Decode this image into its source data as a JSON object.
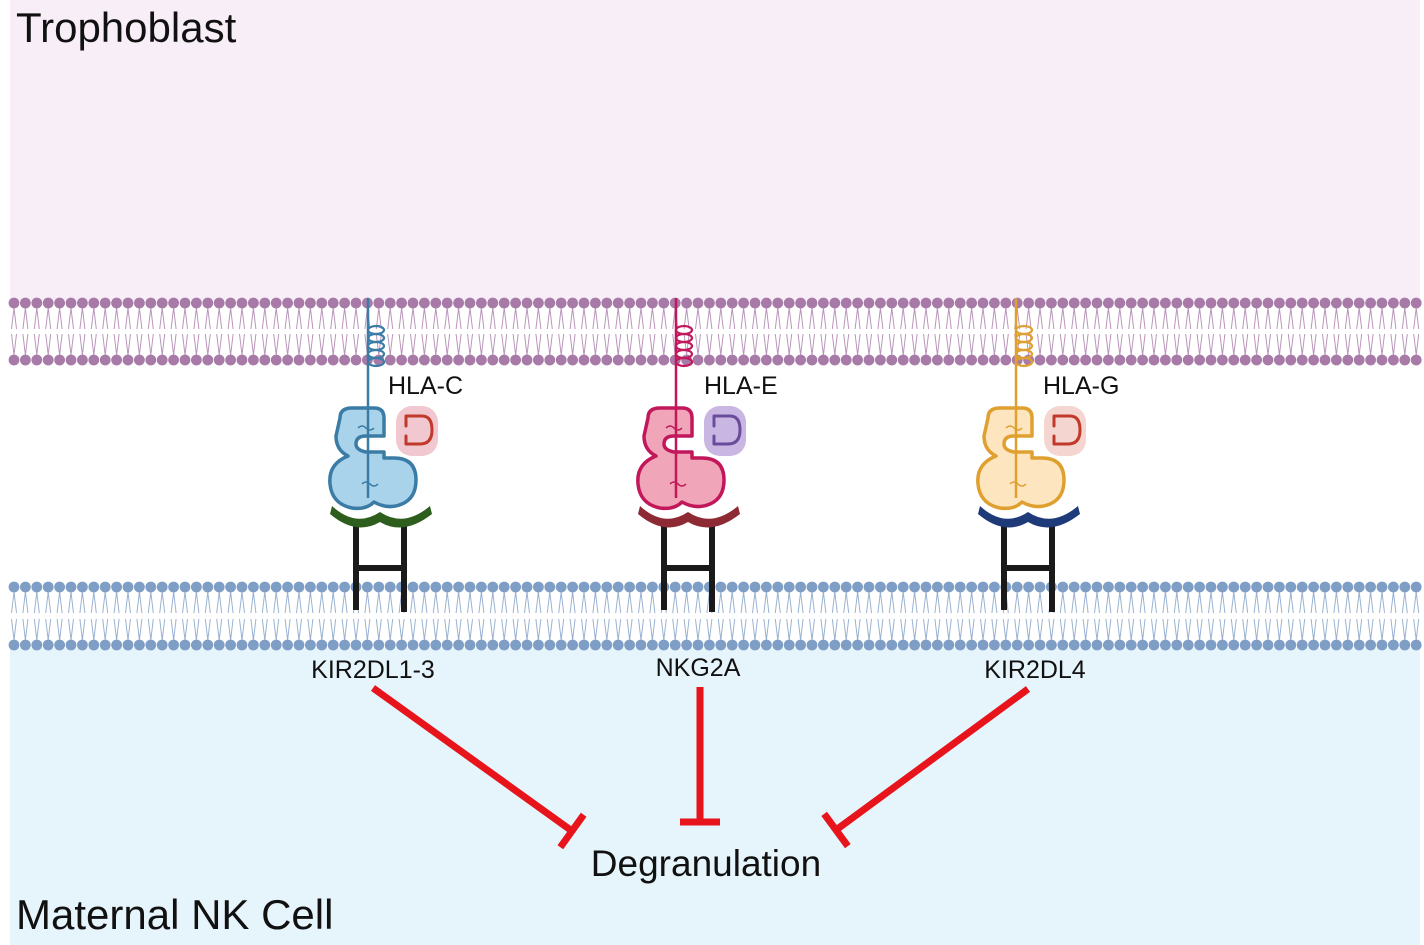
{
  "regions": {
    "top_cell_label": "Trophoblast",
    "bottom_cell_label": "Maternal NK Cell"
  },
  "ligands": [
    {
      "label": "HLA-C",
      "color": "#3a7ca5",
      "fill": "#a9d3ea",
      "beta_fill": "#f2c8d0",
      "beta_stroke": "#c0392b"
    },
    {
      "label": "HLA-E",
      "color": "#c2185b",
      "fill": "#f0a6b8",
      "beta_fill": "#c9b6e2",
      "beta_stroke": "#6a4c9c"
    },
    {
      "label": "HLA-G",
      "color": "#e0a030",
      "fill": "#fde6bf",
      "beta_fill": "#f5d5cf",
      "beta_stroke": "#c0392b"
    }
  ],
  "receptors": [
    {
      "label": "KIR2DL1-3",
      "cap_color": "#2e5e1e"
    },
    {
      "label": "NKG2A",
      "cap_color": "#8e2a34"
    },
    {
      "label": "KIR2DL4",
      "cap_color": "#1f3a78"
    }
  ],
  "outcome": {
    "label": "Degranulation",
    "inhibition_color": "#e8141b"
  },
  "colors": {
    "trophoblast_bg": "#f8eef8",
    "nk_bg": "#e6f4fb",
    "trophoblast_membrane": "#a87aa8",
    "nk_membrane": "#7f9ec6"
  }
}
